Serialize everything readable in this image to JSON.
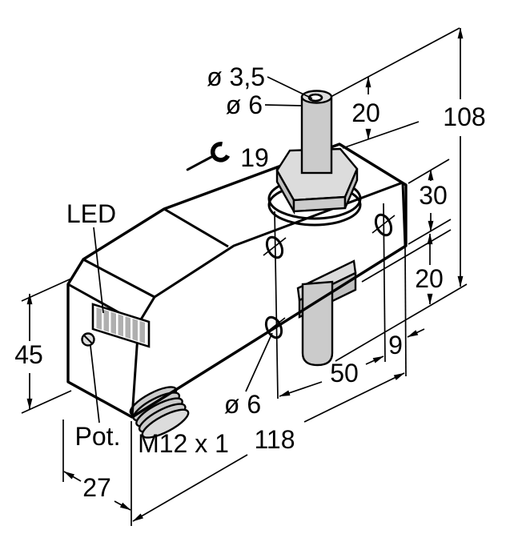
{
  "colors": {
    "body": "#FFD208",
    "metal": "#CBCBCB",
    "metal_light": "#DCDCDC",
    "metal_dark": "#C0C0C0",
    "led_bar": "#AFAFAF",
    "outline": "#000000",
    "background": "#FFFFFF"
  },
  "labels": {
    "led": "LED",
    "pot": "Pot.",
    "thread": "M12 x 1",
    "wrench_size": "19"
  },
  "dims": {
    "tip_diameter": "ø 3,5",
    "tube_diameter": "ø 6",
    "tube_top_length": "20",
    "overall_height": "108",
    "head_height": "30",
    "tube_bottom_length": "20",
    "body_height": "45",
    "hole_edge_offset": "9",
    "hole_spacing": "50",
    "hole_diameter": "ø 6",
    "overall_length": "118",
    "body_depth": "27"
  }
}
